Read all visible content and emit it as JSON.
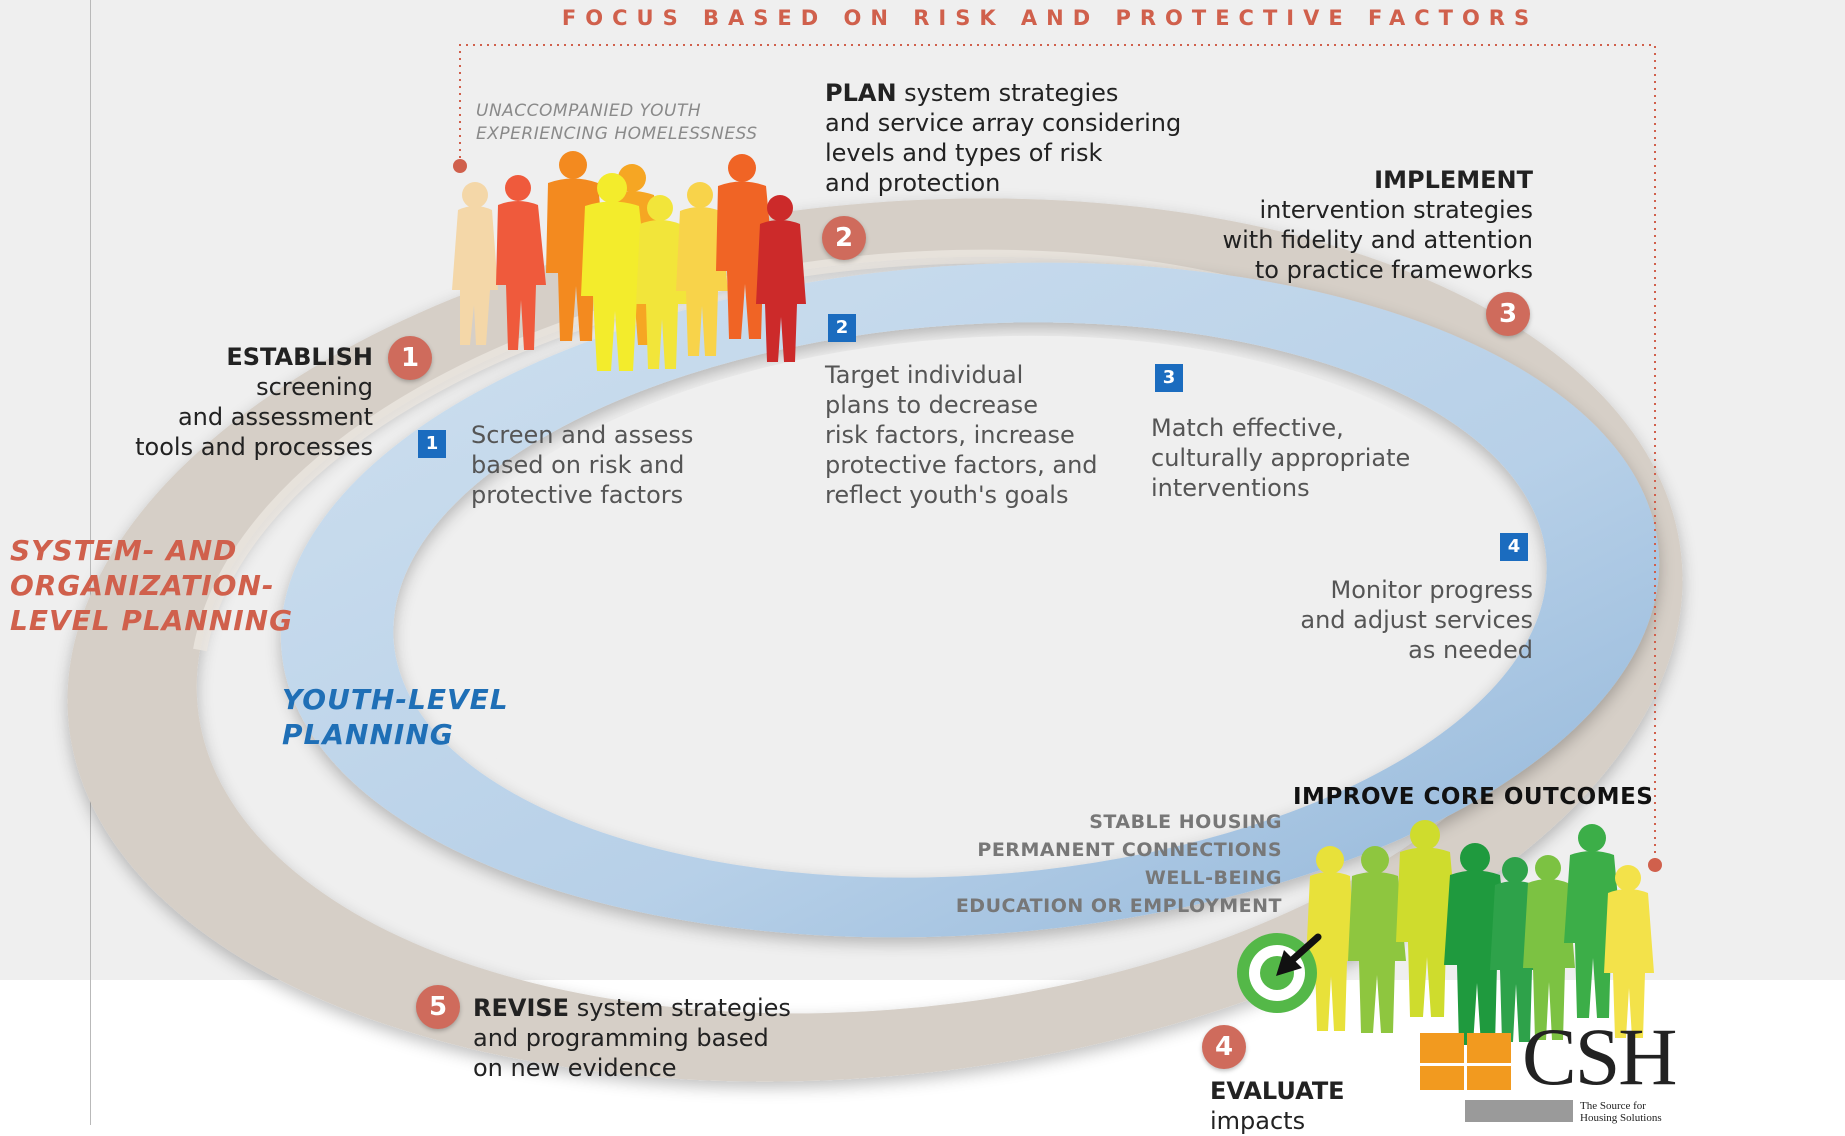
{
  "header": {
    "focus_title": "FOCUS BASED ON RISK AND PROTECTIVE FACTORS"
  },
  "group_label": {
    "line1": "UNACCOMPANIED YOUTH",
    "line2": "EXPERIENCING HOMELESSNESS"
  },
  "system_level": {
    "label_line1": "SYSTEM- AND",
    "label_line2": "ORGANIZATION-",
    "label_line3": "LEVEL PLANNING",
    "color": "#d0604c",
    "steps": [
      {
        "num": "1",
        "verb": "ESTABLISH",
        "rest1": " screening",
        "rest2": "and assessment",
        "rest3": "tools and processes"
      },
      {
        "num": "2",
        "verb": "PLAN",
        "rest1": " system strategies",
        "rest2": "and service array considering",
        "rest3": "levels and types of risk",
        "rest4": "and protection"
      },
      {
        "num": "3",
        "verb": "IMPLEMENT",
        "rest1": "intervention strategies",
        "rest2": "with fidelity and attention",
        "rest3": "to practice frameworks"
      },
      {
        "num": "4",
        "verb": "EVALUATE",
        "rest1": "impacts"
      },
      {
        "num": "5",
        "verb": "REVISE",
        "rest1": " system strategies",
        "rest2": "and programming based",
        "rest3": "on new evidence"
      }
    ]
  },
  "youth_level": {
    "label_line1": "YOUTH-LEVEL",
    "label_line2": "PLANNING",
    "color": "#1f6fb6",
    "steps": [
      {
        "num": "1",
        "l1": "Screen and assess",
        "l2": "based on risk and",
        "l3": "protective factors"
      },
      {
        "num": "2",
        "l1": "Target individual",
        "l2": "plans to decrease",
        "l3": "risk factors, increase",
        "l4": "protective factors, and",
        "l5": "reflect youth's goals"
      },
      {
        "num": "3",
        "l1": "Match effective,",
        "l2": "culturally appropriate",
        "l3": "interventions"
      },
      {
        "num": "4",
        "l1": "Monitor progress",
        "l2": "and adjust services",
        "l3": "as needed"
      }
    ]
  },
  "outcomes": {
    "title": "IMPROVE CORE OUTCOMES",
    "items": [
      "STABLE HOUSING",
      "PERMANENT CONNECTIONS",
      "WELL-BEING",
      "EDUCATION OR EMPLOYMENT"
    ]
  },
  "logo": {
    "name": "CSH",
    "tagline1": "The Source for",
    "tagline2": "Housing Solutions"
  },
  "icons": [
    "people-silhouettes-icon",
    "target-icon",
    "arrow-icon",
    "csh-logo-icon"
  ]
}
